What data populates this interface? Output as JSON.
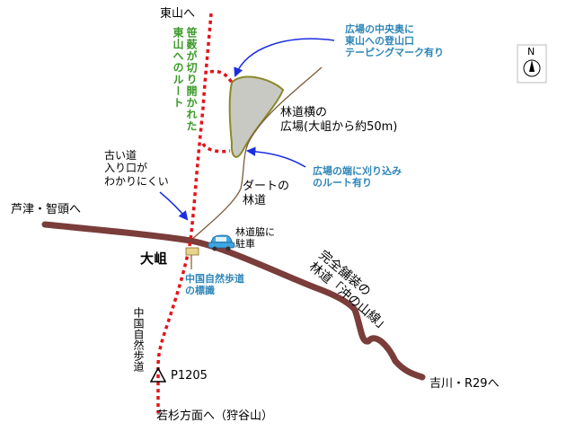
{
  "labels": {
    "to_higashiyama": "東山へ",
    "sasayabu_route": [
      "笹薮が切り開かれた",
      "東山へのルート"
    ],
    "plaza_note": [
      "広場の中央奥に",
      "東山への登山口",
      "テーピングマーク有り"
    ],
    "compass": "N",
    "plaza_name": [
      "林道横の",
      "広場(大岨から約50m)"
    ],
    "plaza_edge_note": [
      "広場の端に刈り込み",
      "のルート有り"
    ],
    "old_road": [
      "古い道",
      "入り口が",
      "わかりにくい"
    ],
    "dirt_road": [
      "ダートの",
      "林道"
    ],
    "to_ashizu": "芦津・智頭へ",
    "parking": [
      "林道脇に",
      "駐車"
    ],
    "pass_name": "大岨",
    "sign_note": [
      "中国自然歩道",
      "の標識"
    ],
    "paved_road": [
      "完全舗装の",
      "林道「沖の山線」"
    ],
    "trail_name": "中国自然歩道",
    "peak": "P1205",
    "to_wakasugi": "若杉方面へ（狩谷山）",
    "to_yoshikawa": "吉川・R29へ"
  },
  "colors": {
    "main_road": "#7a3d3a",
    "trail": "#e3131b",
    "dirt_road": "#7a5c3a",
    "plaza_fill": "#c9c9c4",
    "plaza_edge": "#8a8a28",
    "arrow": "#1a2ee0",
    "note_text": "#2e86b7",
    "route_text": "#3a9a28"
  },
  "icons": [
    "compass-icon",
    "car-icon",
    "signpost-icon",
    "triangulation-point-icon"
  ]
}
